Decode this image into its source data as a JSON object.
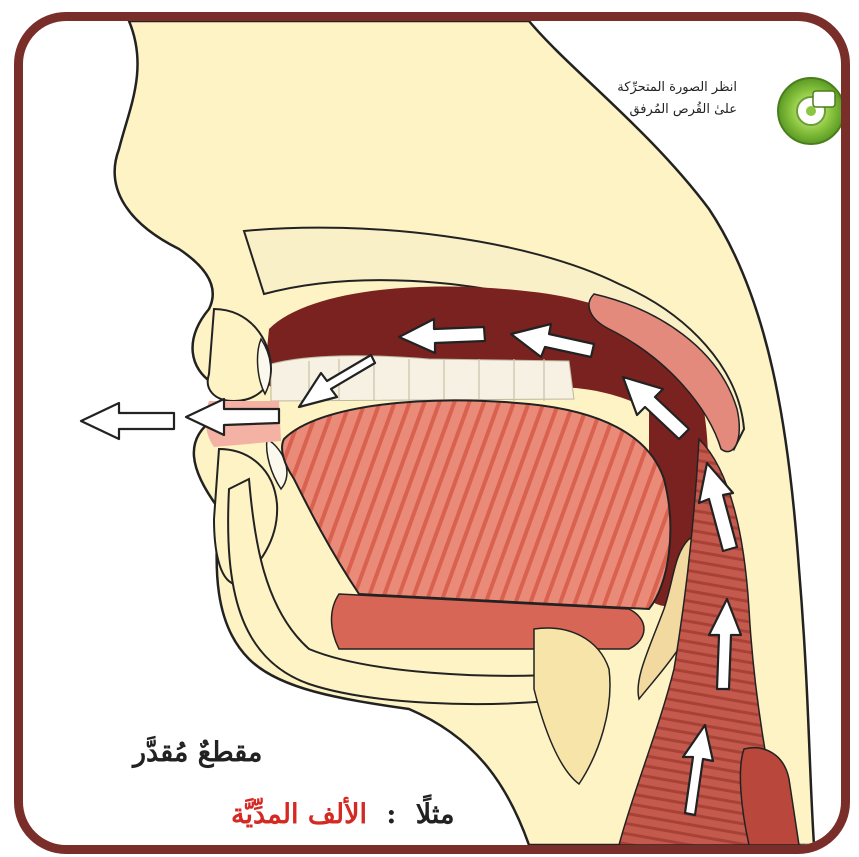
{
  "note": {
    "line1": "انظر الصورة المتحرِّكة",
    "line2": "علىٰ القُرص المُرفق"
  },
  "caption": {
    "title": "مقطعٌ مُقدَّر",
    "example_label": "مثلًا",
    "example_separator": ":",
    "example_value": "الألف المدِّيَّة"
  },
  "colors": {
    "frame": "#7a2e2a",
    "skin": "#fdf3c4",
    "mouth_cavity": "#7a2220",
    "tongue": "#e97d6c",
    "arrow_fill": "#ffffff",
    "arrow_stroke": "#222222",
    "example_accent": "#d42a24"
  },
  "icons": [
    "cd-disc-icon",
    "airflow-arrow-icon"
  ]
}
